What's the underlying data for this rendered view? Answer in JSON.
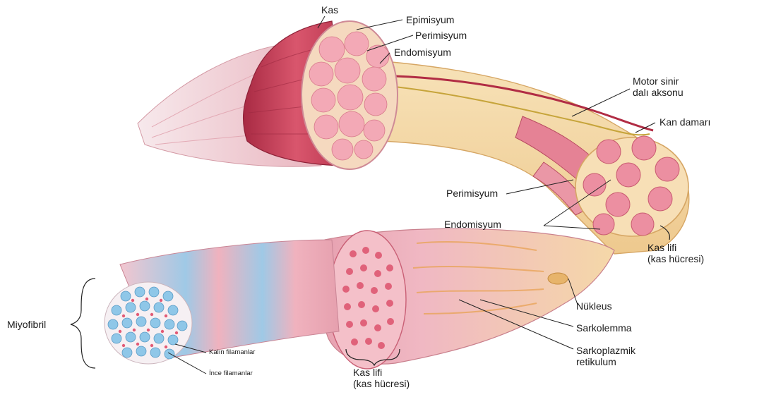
{
  "labels": {
    "kas": "Kas",
    "epimisyum": "Epimisyum",
    "perimisyum_top": "Perimisyum",
    "endomisyum_top": "Endomisyum",
    "motor_sinir": "Motor sinir\ndalı aksonu",
    "kan_damari": "Kan damarı",
    "perimisyum_mid": "Perimisyum",
    "endomisyum_mid": "Endomisyum",
    "kas_lifi_right": "Kas lifi\n(kas hücresi)",
    "nukleus": "Nükleus",
    "sarkolemma": "Sarkolemma",
    "sarkoplazmik": "Sarkoplazmik\nretikulum",
    "kas_lifi_bottom": "Kas lifi\n(kas hücresi)",
    "miyofibril": "Miyofibril",
    "kalin_filamanlar": "Kalın filamanlar",
    "ince_filamanlar": "İnce filamanlar"
  },
  "colors": {
    "muscle_red": "#c8435a",
    "fascicle_pink": "#f2a3b0",
    "connective_cream": "#f5ddb0",
    "filament_blue": "#8fc7e8"
  }
}
